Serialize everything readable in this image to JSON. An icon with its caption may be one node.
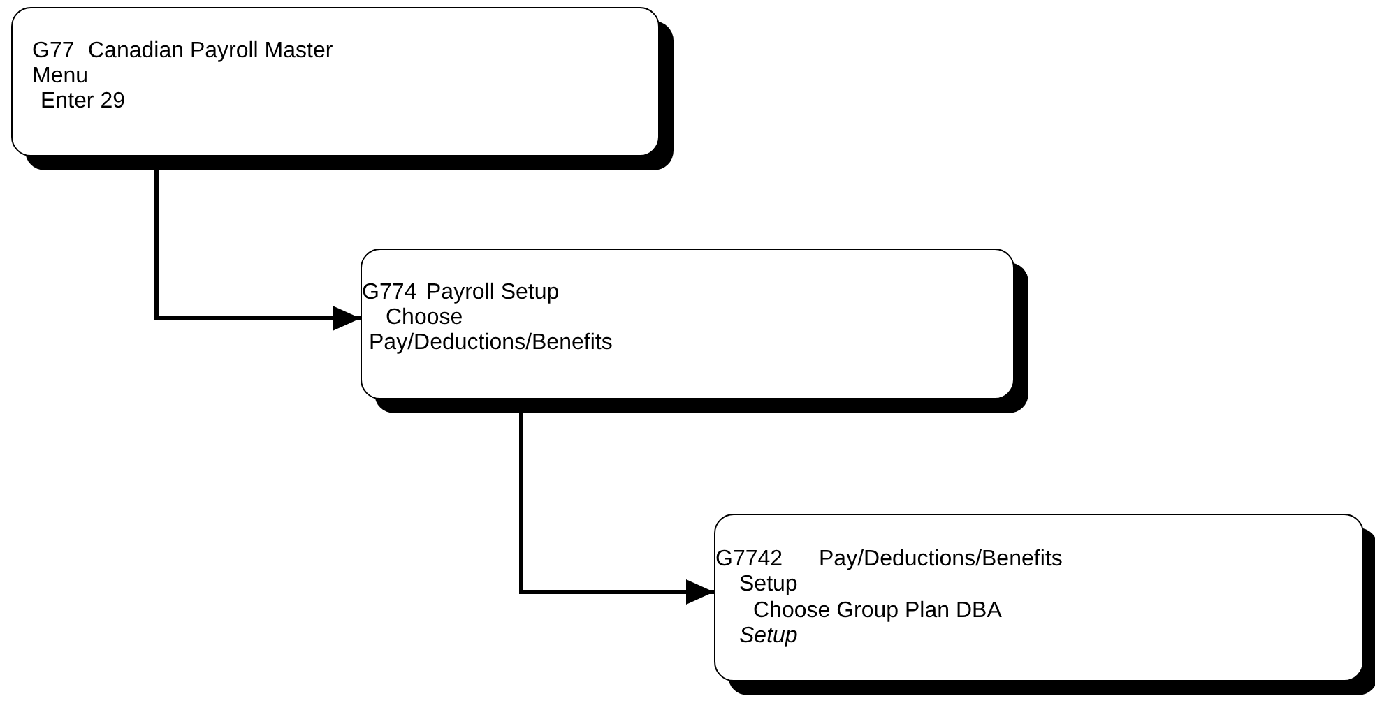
{
  "diagram": {
    "nodes": [
      {
        "text": [
          "G77",
          "Canadian Payroll Master Menu",
          "Enter 29"
        ]
      },
      {
        "text": [
          "G774",
          "Payroll Setup",
          "Choose Pay/Deductions/Benefits"
        ]
      },
      {
        "text": [
          "G7742",
          "Pay/Deductions/Benefits Setup",
          "Choose Group Plan DBA *Setup*"
        ]
      }
    ],
    "edges": [
      {
        "from": 0,
        "to": 1,
        "arrow": "to"
      },
      {
        "from": 1,
        "to": 2,
        "arrow": "to"
      }
    ]
  }
}
